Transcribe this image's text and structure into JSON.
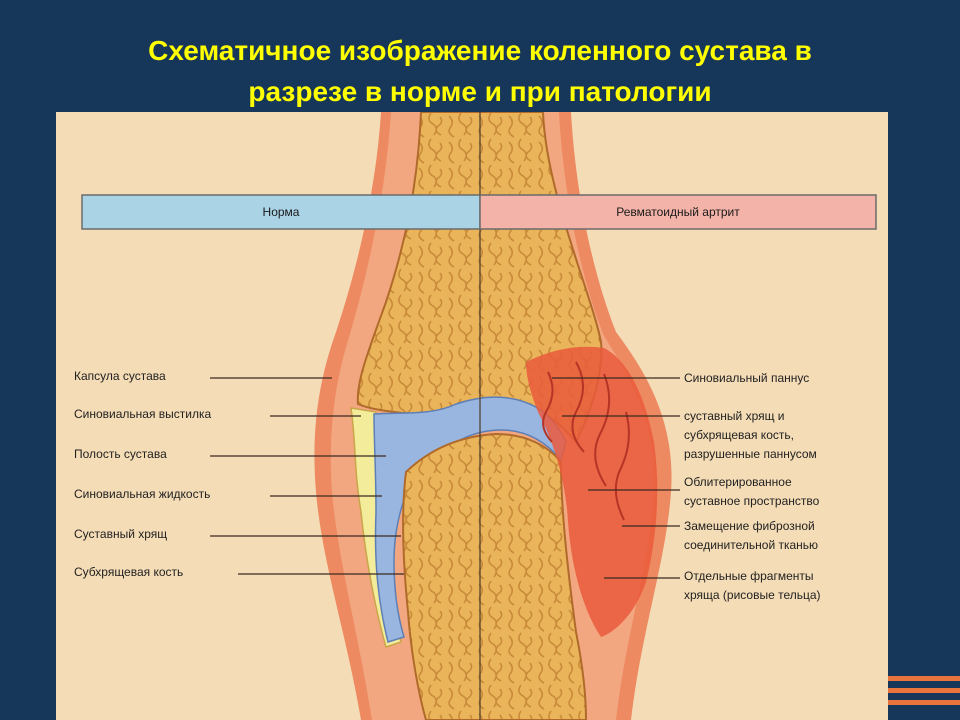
{
  "title": {
    "line1": "Схематичное изображение коленного сустава в",
    "line2": "разрезе в норме и при патологии"
  },
  "band": {
    "left": "Норма",
    "right": "Ревматоидный артрит"
  },
  "labels_left": [
    "Капсула сустава",
    "Синовиальная выстилка",
    "Полость сустава",
    "Синовиальная жидкость",
    "Суставный хрящ",
    "Субхрящевая кость"
  ],
  "labels_right": [
    "Синовиальный паннус",
    "суставный хрящ и",
    "субхрящевая кость,",
    "разрушенные паннусом",
    "Облитерированное",
    "суставное пространство",
    "Замещение фиброзной",
    "соединительной тканью",
    "Отдельные фрагменты",
    "хряща (рисовые тельца)"
  ],
  "colors": {
    "background": "#16365a",
    "title": "#ffff00",
    "figure_bg": "#f4dcb6",
    "bone": "#eab55a",
    "capsule": "#ee8a62",
    "synovial_fluid": "#98b6e0",
    "lining": "#f3ec9a",
    "pannus": "#ea5a3c",
    "band_normal": "#aad4e6",
    "band_ra": "#f3b3a8",
    "accent": "#e8743b"
  }
}
